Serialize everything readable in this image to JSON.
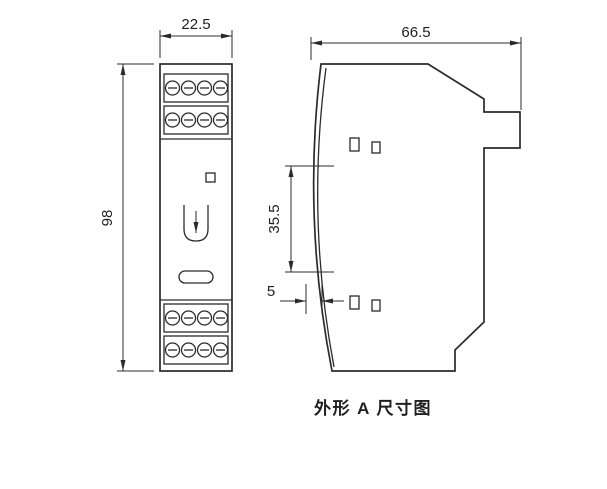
{
  "caption": "外形 A 尺寸图",
  "ink_color": "#2b2b2b",
  "dimensions": {
    "front_width_mm": "22.5",
    "front_height_mm": "98",
    "side_depth_mm": "66.5",
    "front_clip_span_mm": "35.5",
    "front_edge_offset_mm": "5"
  }
}
